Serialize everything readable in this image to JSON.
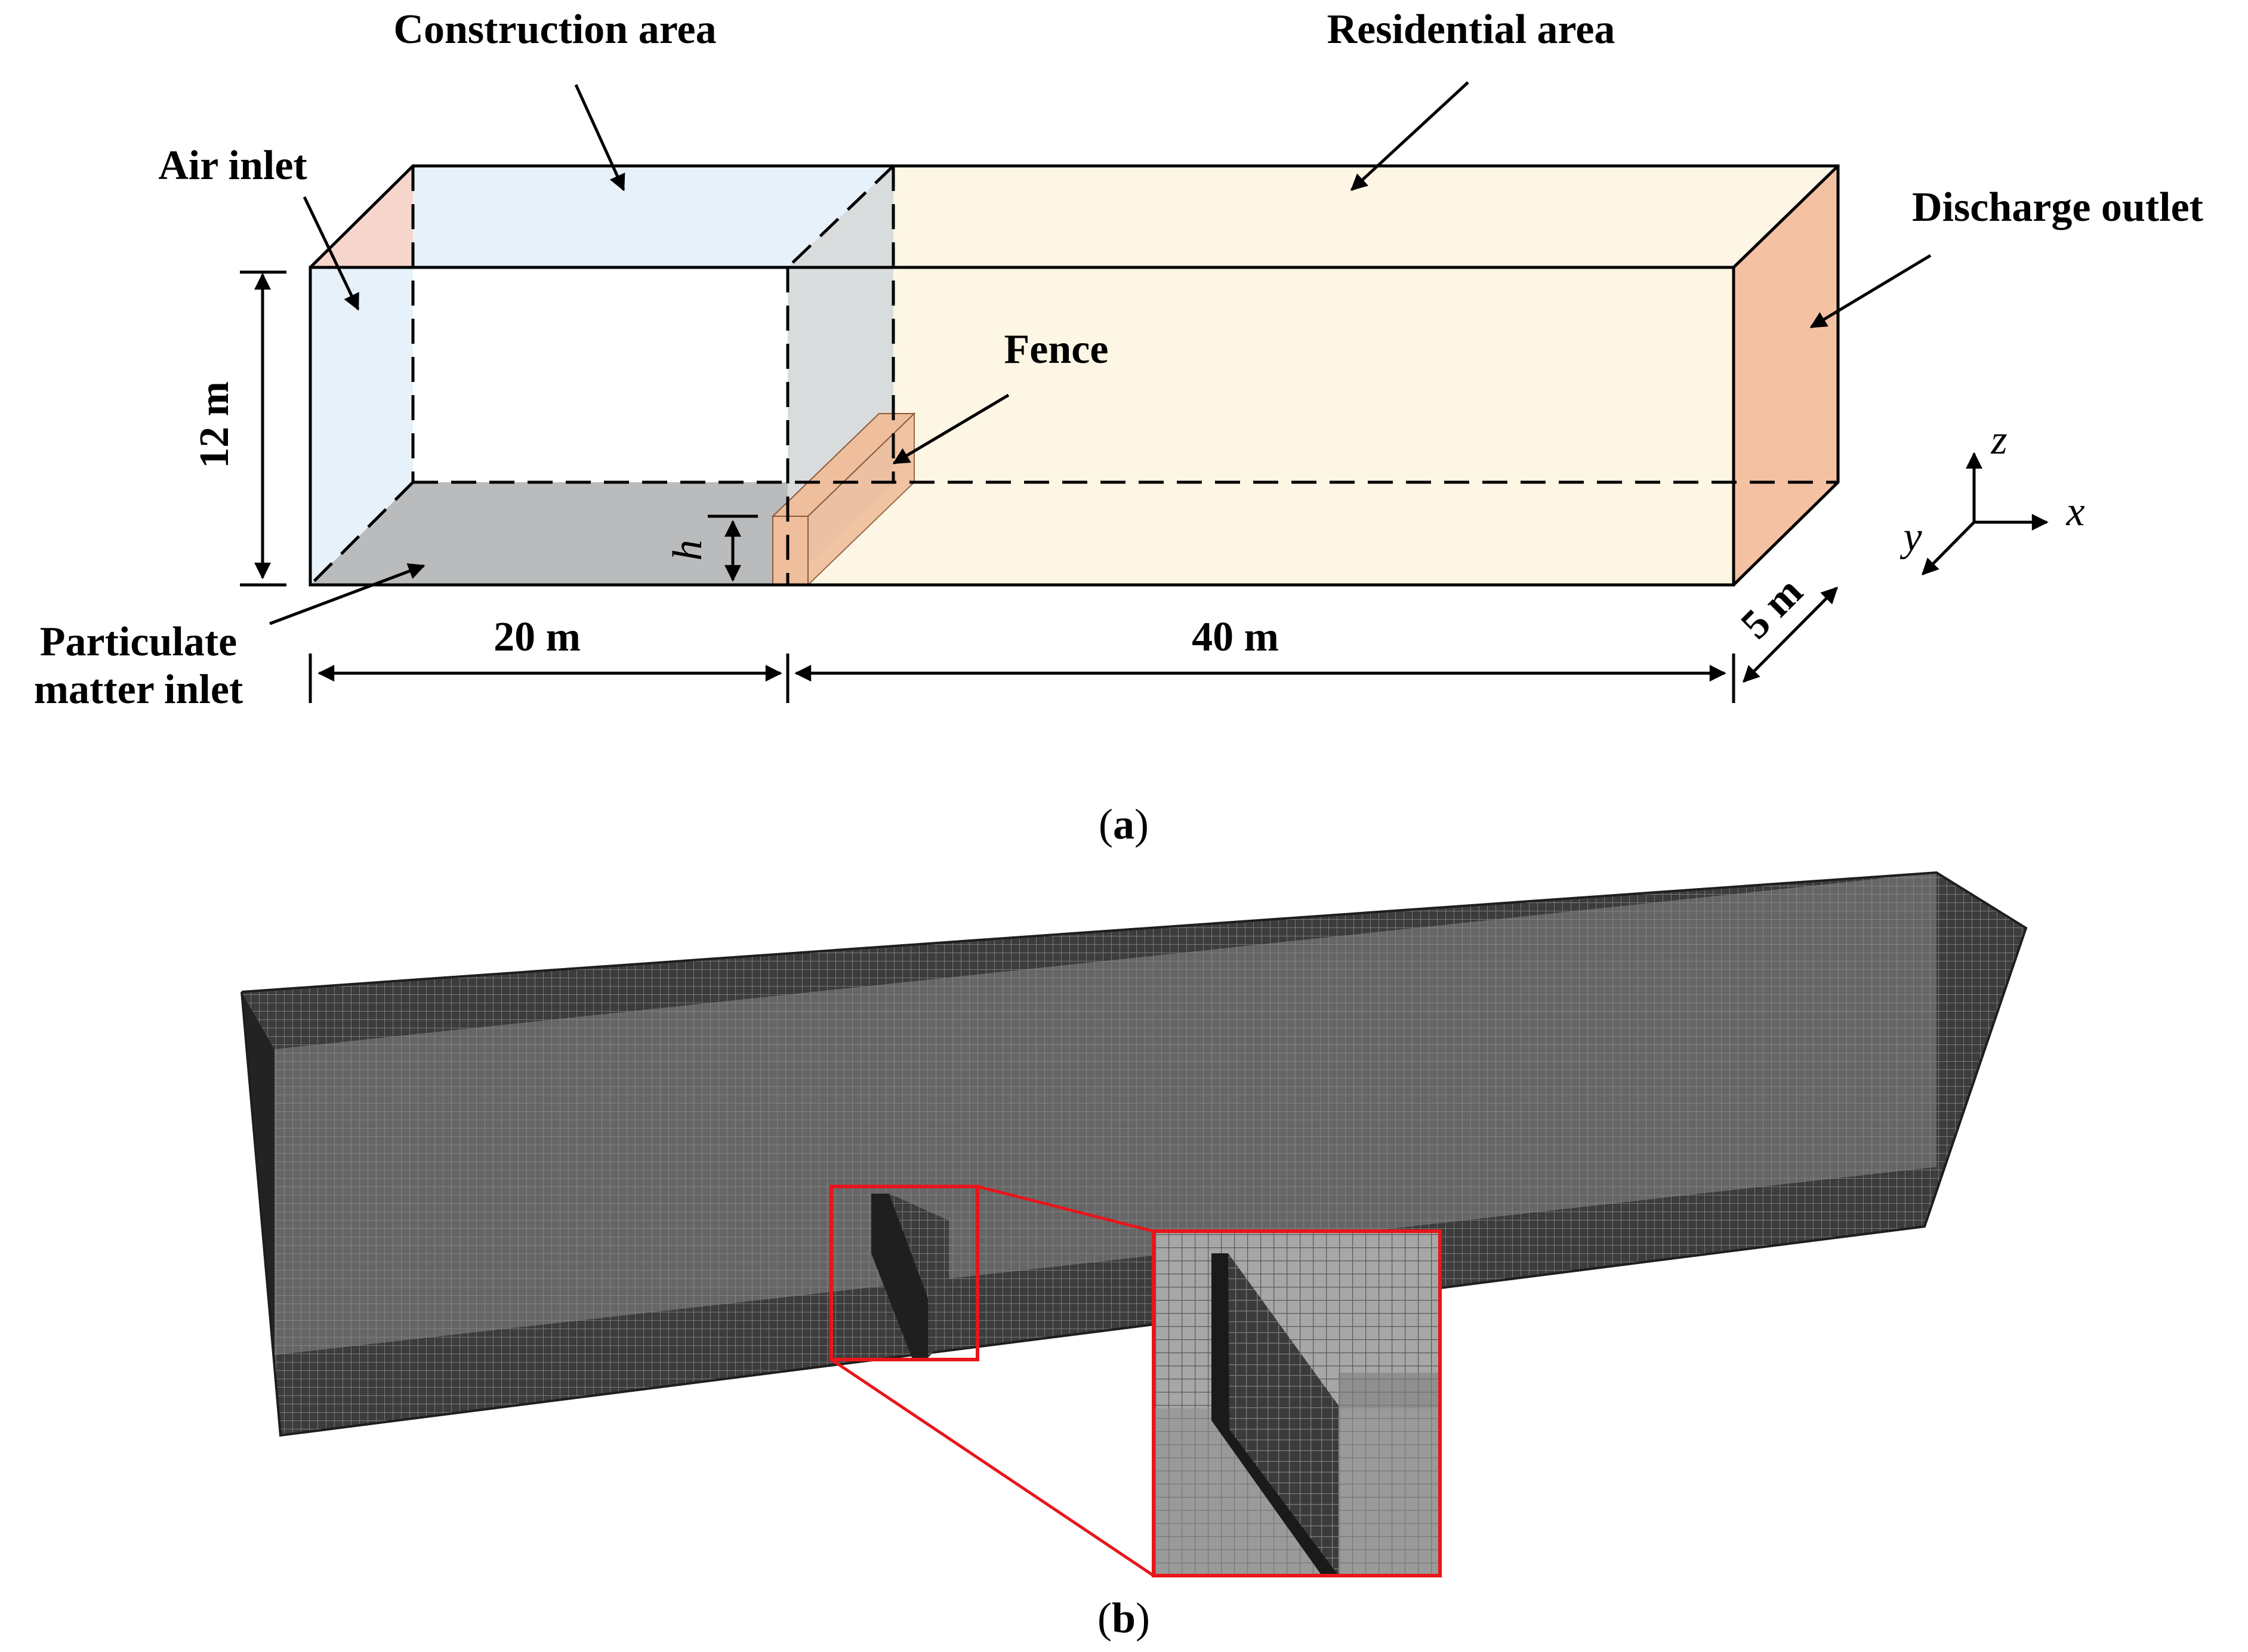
{
  "panel_a": {
    "caption_open": "(",
    "caption_letter": "a",
    "caption_close": ")",
    "labels": {
      "construction_area": "Construction area",
      "residential_area": "Residential area",
      "air_inlet": "Air inlet",
      "discharge_outlet": "Discharge outlet",
      "fence": "Fence",
      "particulate_line1": "Particulate",
      "particulate_line2": "matter inlet",
      "fence_height": "h"
    },
    "dimensions": {
      "height": "12 m",
      "construction_length": "20 m",
      "residential_length": "40 m",
      "width": "5 m"
    },
    "axes": {
      "x": "x",
      "y": "y",
      "z": "z"
    },
    "colors": {
      "air_inlet": "#f6d6cc",
      "construction": "#e6f1fa",
      "residential": "#fdf6e4",
      "outlet": "#f5c1a3",
      "ground": "#b9bbbd",
      "fence": "#efbe9c"
    }
  },
  "panel_b": {
    "caption_open": "(",
    "caption_letter": "b",
    "caption_close": ")",
    "colors": {
      "mesh_dark": "#3a3a3a",
      "mesh_light": "#8a8a8a",
      "highlight": "#e8161b"
    }
  }
}
